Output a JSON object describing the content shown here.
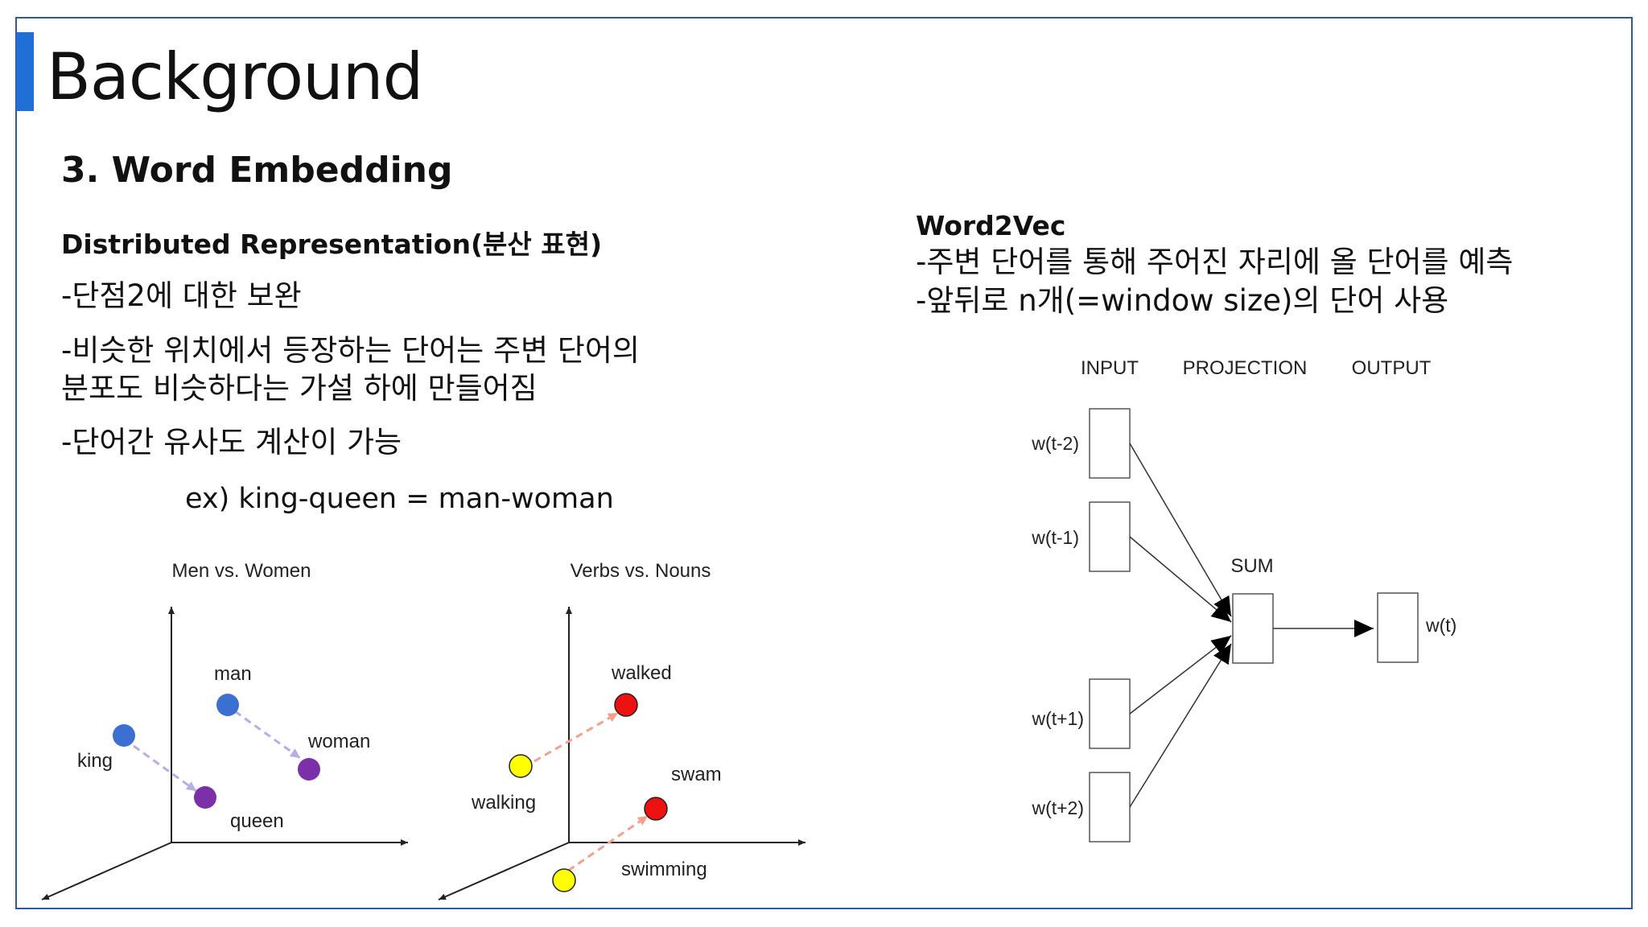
{
  "title": "Background",
  "section": "3. Word Embedding",
  "left": {
    "heading": "Distributed Representation(분산 표현)",
    "lines": [
      "-단점2에 대한 보완",
      "-비슷한 위치에서 등장하는 단어는 주변 단어의",
      "분포도 비슷하다는 가설 하에 만들어짐",
      "-단어간 유사도 계산이 가능"
    ],
    "example": "ex) king-queen = man-woman"
  },
  "charts": [
    {
      "title": "Men vs. Women",
      "points": [
        {
          "label": "king",
          "color": "#3b6fd1"
        },
        {
          "label": "queen",
          "color": "#7b2fa8"
        },
        {
          "label": "man",
          "color": "#3b6fd1"
        },
        {
          "label": "woman",
          "color": "#7b2fa8"
        }
      ],
      "arrow_color": "#b8aee6"
    },
    {
      "title": "Verbs vs. Nouns",
      "points": [
        {
          "label": "walking",
          "color": "#ffff00"
        },
        {
          "label": "walked",
          "color": "#ee1111"
        },
        {
          "label": "swimming",
          "color": "#ffff00"
        },
        {
          "label": "swam",
          "color": "#ee1111"
        }
      ],
      "arrow_color": "#f4a08a"
    }
  ],
  "word2vec": {
    "title": "Word2Vec",
    "lines": [
      "-주변 단어를 통해 주어진 자리에 올 단어를 예측",
      "-앞뒤로 n개(=window size)의 단어 사용"
    ],
    "diagram": {
      "headers": [
        "INPUT",
        "PROJECTION",
        "OUTPUT"
      ],
      "inputs": [
        "w(t-2)",
        "w(t-1)",
        "w(t+1)",
        "w(t+2)"
      ],
      "sum_label": "SUM",
      "output": "w(t)"
    }
  },
  "colors": {
    "accent": "#1f6fd6",
    "frame": "#2e5a9a"
  }
}
